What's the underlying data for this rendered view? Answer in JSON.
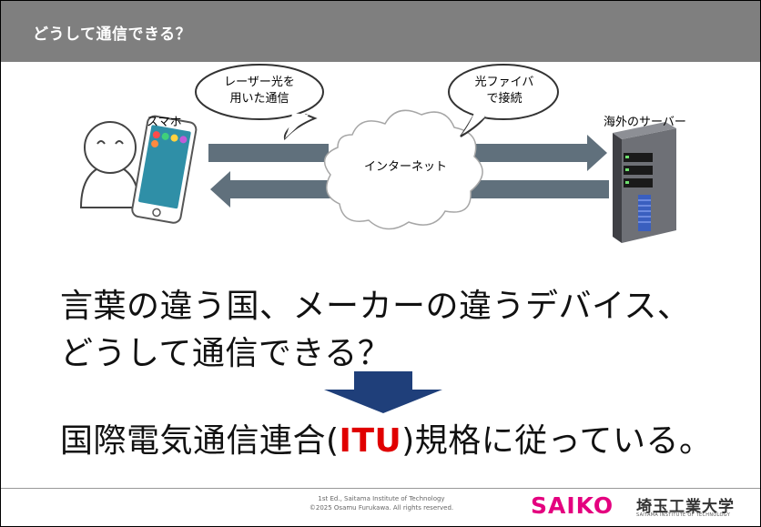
{
  "header": {
    "title": "どうして通信できる？"
  },
  "diagram": {
    "phone_label": "スマホ",
    "server_label": "海外のサーバー",
    "internet_label": "インターネット",
    "bubble_left": [
      "レーザー光を",
      "用いた通信"
    ],
    "bubble_right": [
      "光ファイバ",
      "で接続"
    ]
  },
  "main": {
    "line1": "言葉の違う国、メーカーの違うデバイス、",
    "line2": "どうして通信できる？",
    "line3_before": "国際電気通信連合(",
    "line3_highlight": "ITU",
    "line3_after": ")規格に従っている。"
  },
  "footer": {
    "edition": "1st Ed., Saitama Institute of Technology",
    "copyright": "©2025 Osamu Furukawa. All rights reserved.",
    "logo_text": "SAIKO",
    "logo_jp": "埼玉工業大学",
    "logo_sub": "SAITAMA INSTITUTE OF TECHNOLOGY"
  },
  "colors": {
    "header_bg": "#7f7f7f",
    "arrow": "#60707c",
    "down_arrow": "#1f3f7a",
    "highlight": "#e00000",
    "logo": "#e4007f"
  }
}
